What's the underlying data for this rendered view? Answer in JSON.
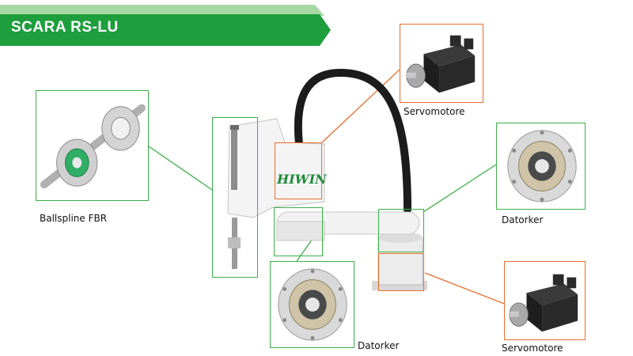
{
  "title": "SCARA RS-LU",
  "brand_logo": "HIWIN",
  "labels": {
    "servo_top": "Servomotore",
    "servo_bottom": "Servomotore",
    "ballspline": "Ballspline FBR",
    "datorker_right": "Datorker",
    "datorker_bottom": "Datorker"
  },
  "colors": {
    "banner_green": "#1f9e3e",
    "banner_light": "#a8d9a4",
    "green_callout": "#3cb04a",
    "orange_callout": "#e86e2c",
    "cable": "#1c1c1c"
  },
  "icons": [
    "servo-motor-icon",
    "reducer-gear-icon",
    "ballspline-shaft-icon",
    "scara-robot-icon"
  ]
}
